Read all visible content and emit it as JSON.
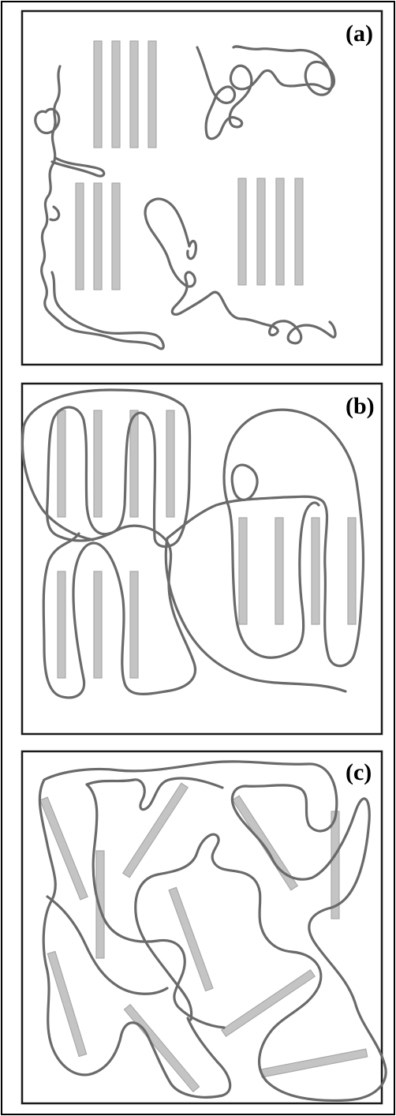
{
  "figure": {
    "panels": [
      {
        "id": "a",
        "label": "(a)"
      },
      {
        "id": "b",
        "label": "(b)"
      },
      {
        "id": "c",
        "label": "(c)"
      }
    ]
  },
  "colors": {
    "rod_fill": "#c4c4c4",
    "chain_stroke": "#6a6a6a",
    "frame_stroke": "#1a1a1a"
  }
}
